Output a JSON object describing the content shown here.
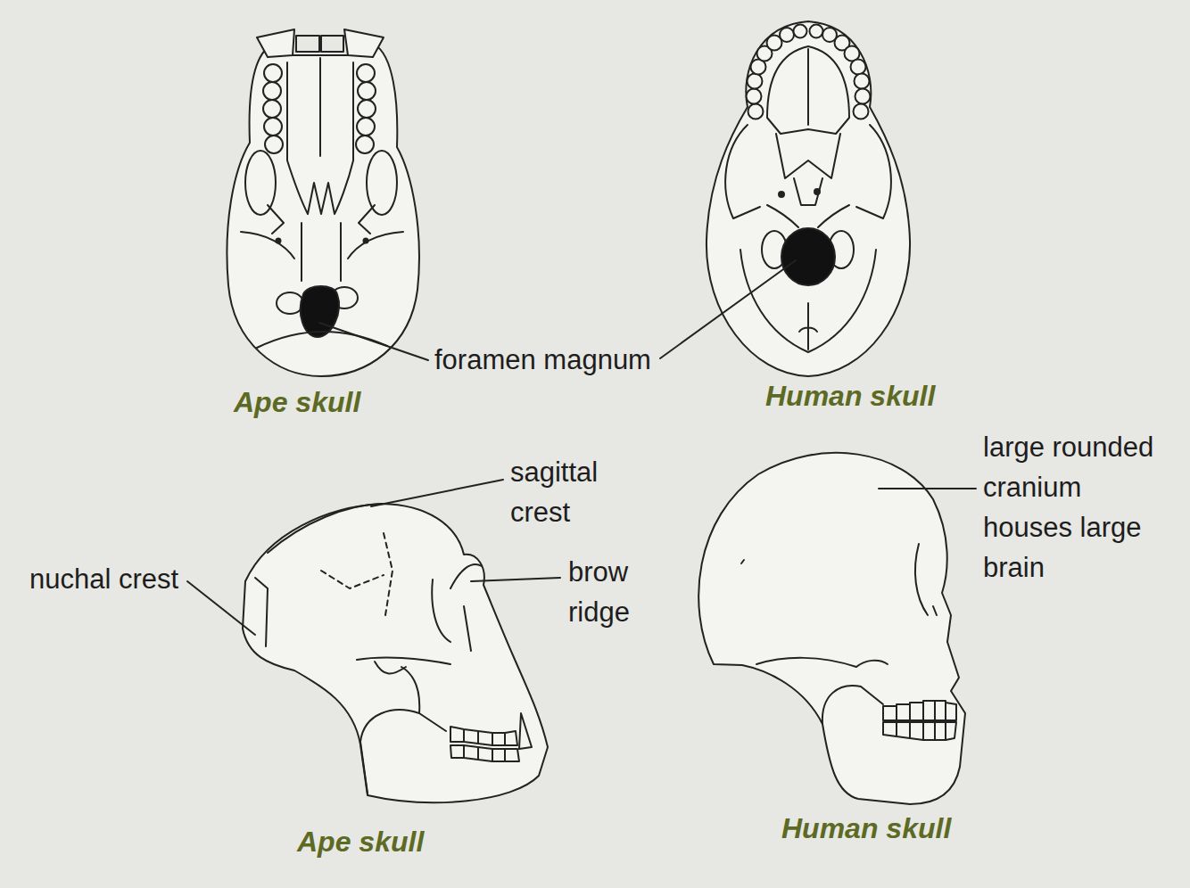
{
  "diagram": {
    "labels": [
      "foramen magnum",
      "Ape skull",
      "Human skull",
      "large rounded cranium houses large brain",
      "sagittal crest",
      "brow ridge",
      "nuchal crest",
      "Ape skull",
      "Human skull"
    ]
  }
}
